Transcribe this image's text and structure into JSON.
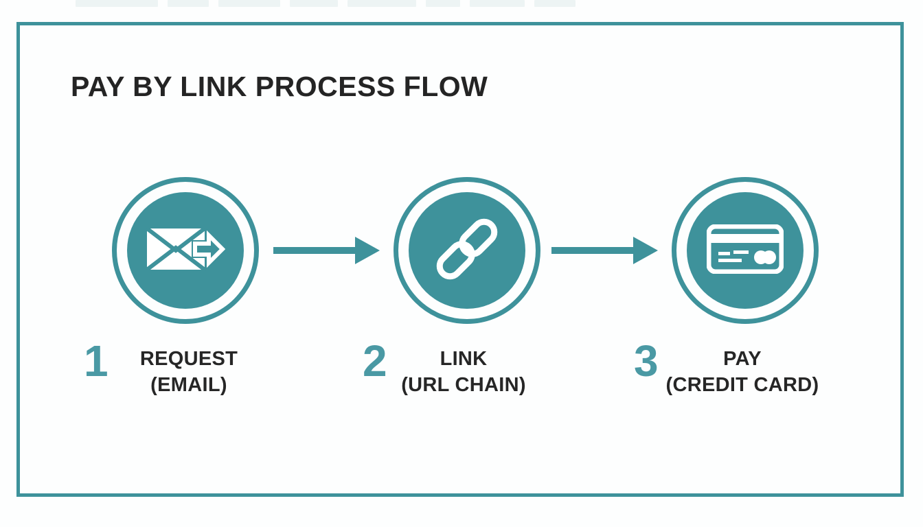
{
  "title": "PAY BY LINK PROCESS FLOW",
  "colors": {
    "teal": "#3E929B",
    "teal_number": "#4A99A4",
    "text_dark": "#242424",
    "background": "#FDFEFE"
  },
  "steps": [
    {
      "number": "1",
      "label": "REQUEST",
      "sublabel": "(EMAIL)",
      "icon": "email-send-icon"
    },
    {
      "number": "2",
      "label": "LINK",
      "sublabel": "(URL CHAIN)",
      "icon": "chain-link-icon"
    },
    {
      "number": "3",
      "label": "PAY",
      "sublabel": "(CREDIT CARD)",
      "icon": "credit-card-icon"
    }
  ],
  "connectors": [
    {
      "from": "1",
      "to": "2",
      "type": "arrow-right"
    },
    {
      "from": "2",
      "to": "3",
      "type": "arrow-right"
    }
  ]
}
